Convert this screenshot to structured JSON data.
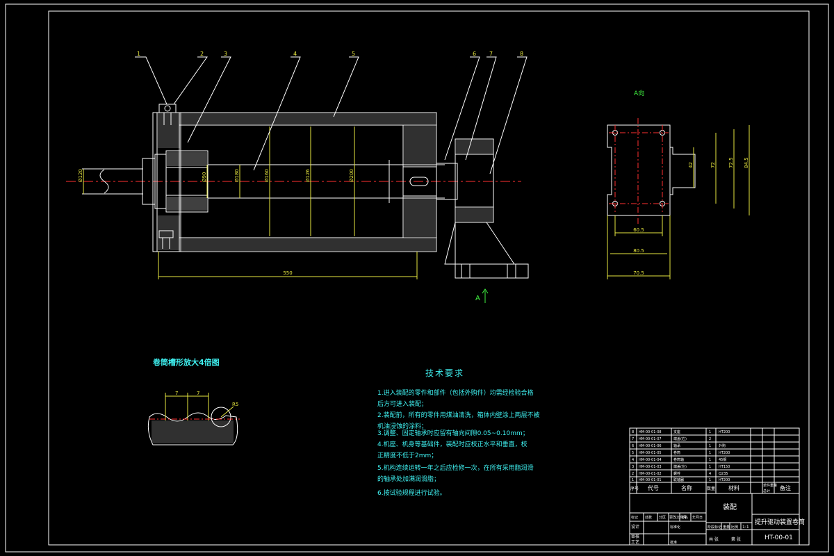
{
  "drawing": {
    "callouts": [
      "1",
      "2",
      "3",
      "4",
      "5",
      "6",
      "7",
      "8"
    ],
    "view_label_top": "A向",
    "view_label_bottom": "A",
    "dims_main": {
      "length": "550",
      "d1": "Ø120",
      "d2": "Ø90",
      "d3": "Ø180",
      "d4": "Ø160",
      "d5": "Ø126",
      "d6": "Ø200"
    },
    "dims_view": {
      "w1": "60.5",
      "w2": "80.5",
      "w3": "70.5",
      "h1": "42",
      "h2": "72",
      "h3": "72.5",
      "h4": "84.5"
    },
    "groove_title": "卷筒槽形放大4倍图",
    "groove_dims": [
      "7",
      "7",
      "R5"
    ],
    "tech_title": "技术要求",
    "tech_items": [
      "1.进入装配的零件和部件（包括外购件）均需经检验合格",
      "  后方可进入装配；",
      "2.装配前，所有的零件用煤油清洗，箱体内壁涂上两层不被",
      "  机油浸蚀的涂料；",
      "3.调整、固定轴承时应留有轴向间隙0.05~0.10mm；",
      "4.机座、机身等基础件，装配时应校正水平和垂直，校",
      "  正精度不低于2mm；",
      "5.机构连续运转一年之后应检修一次，在所有采用脂润滑",
      "  的轴承处加满润滑脂；",
      "6.按试验规程进行试验。"
    ]
  },
  "title_block": {
    "bom": [
      {
        "no": "8",
        "code": "HM-00-01-08",
        "name": "支座",
        "qty": "1",
        "mat": "HT200"
      },
      {
        "no": "7",
        "code": "HM-00-01-07",
        "name": "端盖(右)",
        "qty": "2",
        "mat": ""
      },
      {
        "no": "6",
        "code": "HM-00-01-06",
        "name": "轴承",
        "qty": "1",
        "mat": "外购"
      },
      {
        "no": "5",
        "code": "HM-00-01-05",
        "name": "卷筒",
        "qty": "1",
        "mat": "HT200"
      },
      {
        "no": "4",
        "code": "HM-00-01-04",
        "name": "卷筒轴",
        "qty": "1",
        "mat": "45钢"
      },
      {
        "no": "3",
        "code": "HM-00-01-03",
        "name": "端盖(左)",
        "qty": "1",
        "mat": "HT150"
      },
      {
        "no": "2",
        "code": "HM-00-01-02",
        "name": "螺栓",
        "qty": "4",
        "mat": "Q235"
      },
      {
        "no": "1",
        "code": "HM-00-01-01",
        "name": "联轴器",
        "qty": "1",
        "mat": "HT200"
      }
    ],
    "bom_header": [
      "序号",
      "代号",
      "名称",
      "数量",
      "材料",
      "单件重量",
      "总计",
      "备注"
    ],
    "assembly_label": "装配",
    "drawing_name": "提升驱动装置卷筒",
    "drawing_no": "HT-00-01",
    "scale": "1:1",
    "row_labels": [
      "标记",
      "处数",
      "分区",
      "更改文件号",
      "签名",
      "年月日"
    ],
    "side_labels": [
      "设计",
      "审核",
      "工艺"
    ],
    "stage_labels": [
      "阶段标记",
      "重量",
      "比例"
    ],
    "misc": [
      "标准化",
      "批准",
      "共 张",
      "第 张"
    ]
  }
}
